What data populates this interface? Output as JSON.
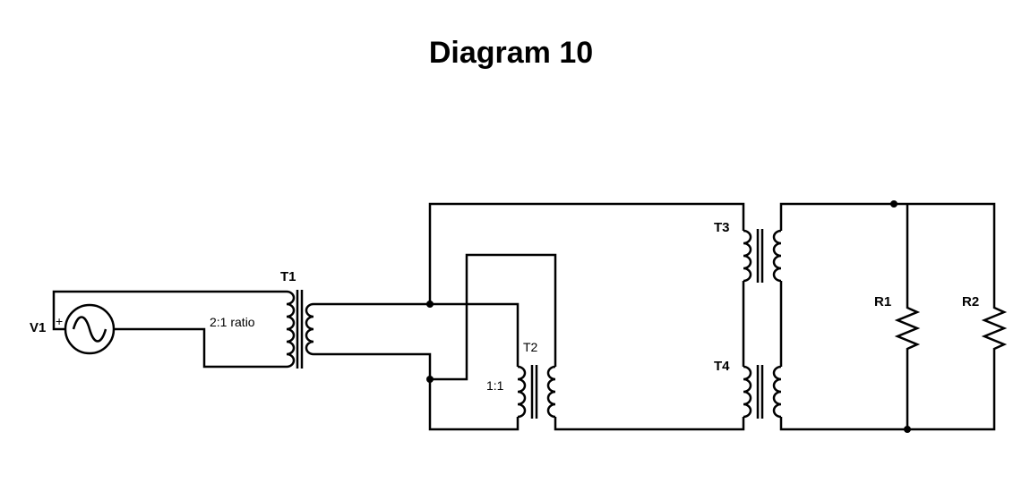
{
  "title": "Diagram 10",
  "labels": {
    "v1": "V1",
    "plus": "+",
    "t1": "T1",
    "t1_ratio": "2:1 ratio",
    "t2": "T2",
    "t2_ratio": "1:1",
    "t3": "T3",
    "t4": "T4",
    "r1": "R1",
    "r2": "R2"
  }
}
